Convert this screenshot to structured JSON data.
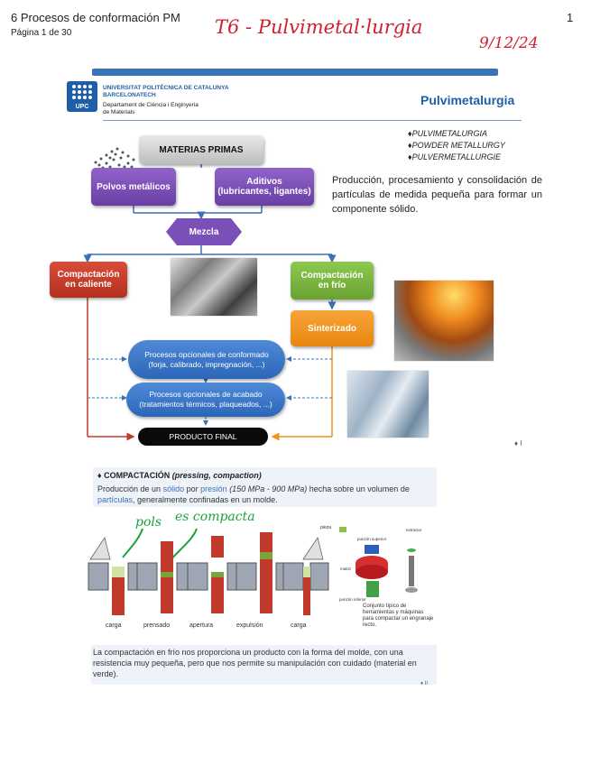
{
  "header": {
    "doc_title": "6 Procesos de conformación PM",
    "page_label": "Página 1 de 30",
    "page_number": "1",
    "handwritten_title": "T6 - Pulvimetal·lurgia",
    "handwritten_date": "9/12/24"
  },
  "slide1": {
    "university": "UNIVERSITAT POLITÈCNICA DE CATALUNYA",
    "barcelonatech": "BARCELONATECH",
    "department_line1": "Departament de Ciència i Enginyeria",
    "department_line2": "de Materials",
    "logo_text": "UPC",
    "title": "Pulvimetalurgia",
    "keywords": [
      "PULVIMETALURGIA",
      "POWDER METALLURGY",
      "PULVERMETALLURGIE"
    ],
    "description": "Producción, procesamiento y consolidación de partículas de medida pequeña para formar un componente sólido.",
    "flow": {
      "materias_primas": "MATERIAS PRIMAS",
      "polvos": "Polvos metálicos",
      "aditivos_1": "Aditivos",
      "aditivos_2": "(lubricantes, ligantes)",
      "mezcla": "Mezcla",
      "caliente_1": "Compactación",
      "caliente_2": "en caliente",
      "frio_1": "Compactación",
      "frio_2": "en frío",
      "sinterizado": "Sinterizado",
      "opc_conf_1": "Procesos opcionales de conformado",
      "opc_conf_2": "(forja, calibrado, impregnación, ...)",
      "opc_acab_1": "Procesos opcionales de acabado",
      "opc_acab_2": "(tratamientos térmicos, plaqueados, ...)",
      "final": "PRODUCTO FINAL"
    },
    "slide_num": "♦ I"
  },
  "slide2": {
    "title_main": "COMPACTACIÓN",
    "title_en": "(pressing, compaction)",
    "body_pre": "Producción de un",
    "body_solido": "sólido",
    "body_por": "por",
    "body_presion": "presión",
    "body_mid": "(150 MPa - 900 MPa)",
    "body_post": "hecha sobre un volumen de",
    "body_particulas": "partículas",
    "body_end": ", generalmente confinadas en un molde.",
    "hand_pols": "pols",
    "hand_compacta": "es compacta",
    "steps": [
      "carga",
      "prensado",
      "apertura",
      "expulsión",
      "carga"
    ],
    "pieza_label": "pieza",
    "part_labels": [
      "punzón superior",
      "matriz",
      "punzón inferior",
      "extractor"
    ],
    "caption": "Conjunto típico de herramientas y máquinas para compactar un engranaje recto.",
    "note": "La compactación en frío nos proporciona un producto con la forma del molde, con una resistencia muy pequeña, pero que nos permite su manipulación con cuidado (material en verde).",
    "slide_num": "♦ II"
  },
  "colors": {
    "blue_accent": "#3b71b8",
    "purple": "#7b4fb8",
    "red": "#c23a2a",
    "green": "#7ab640",
    "orange": "#f0901e",
    "ellipse_blue": "#3a75c8",
    "handwriting_red": "#d0202e",
    "handwriting_green": "#1aa33a"
  }
}
